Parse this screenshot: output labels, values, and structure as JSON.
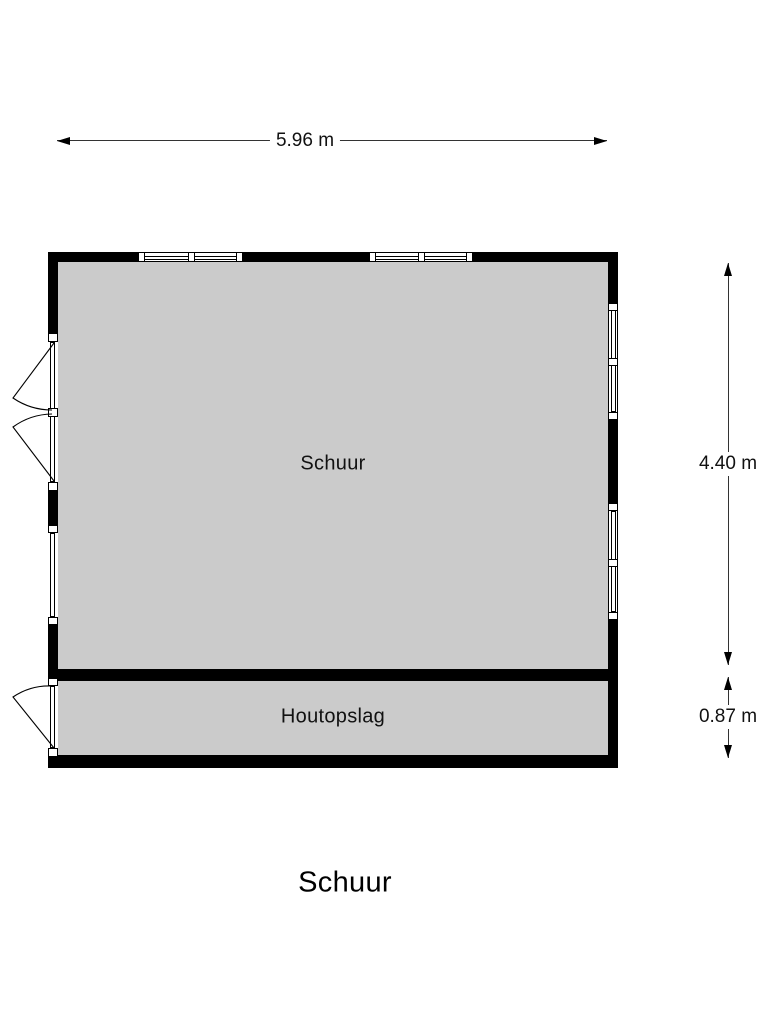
{
  "floor_plan": {
    "page_title": "Schuur",
    "rooms": [
      {
        "label": "Schuur"
      },
      {
        "label": "Houtopslag"
      }
    ],
    "dimensions": {
      "total_width": "5.96 m",
      "schuur_depth": "4.40 m",
      "houtopslag_depth": "0.87 m"
    },
    "colors": {
      "wall": "#000000",
      "floor": "#cbcbcb",
      "background": "#ffffff",
      "dimension_line": "#333333",
      "label_text": "#111111"
    }
  }
}
